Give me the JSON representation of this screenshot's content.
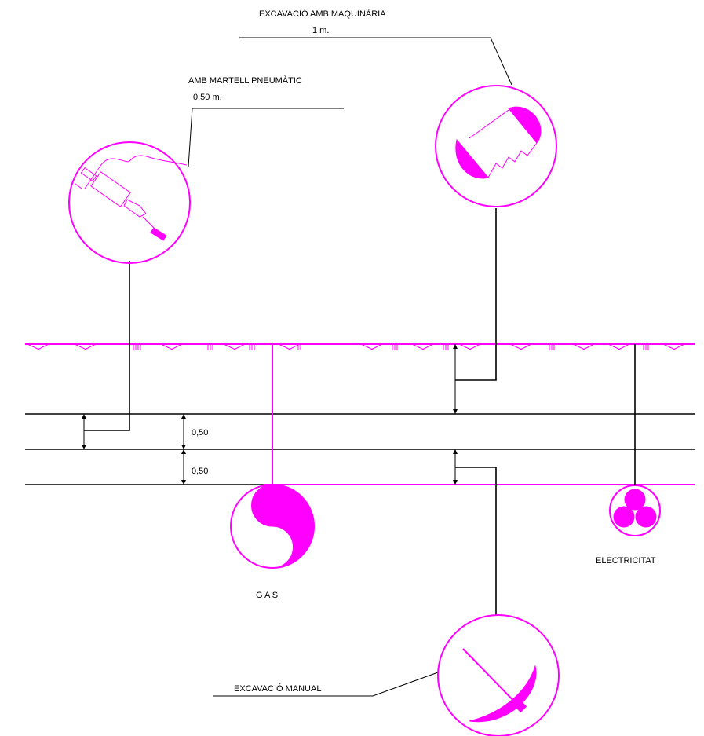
{
  "labels": {
    "machinery_title": "EXCAVACIÓ AMB MAQUINÀRIA",
    "machinery_distance": "1 m.",
    "hammer_title": "AMB MARTELL PNEUMÀTIC",
    "hammer_distance": "0.50 m.",
    "dim_upper": "0,50",
    "dim_lower": "0,50",
    "gas": "G A S",
    "electricity": "ELECTRICITAT",
    "manual_title": "EXCAVACIÓ MANUAL"
  },
  "icons": {
    "hammer": "pneumatic-hammer-icon",
    "machinery": "excavator-bucket-icon",
    "manual": "pickaxe-icon",
    "gas": "gas-pipe-icon",
    "electricity": "electric-cables-icon"
  },
  "colors": {
    "magenta": "#ff00ff",
    "line": "#000000"
  }
}
